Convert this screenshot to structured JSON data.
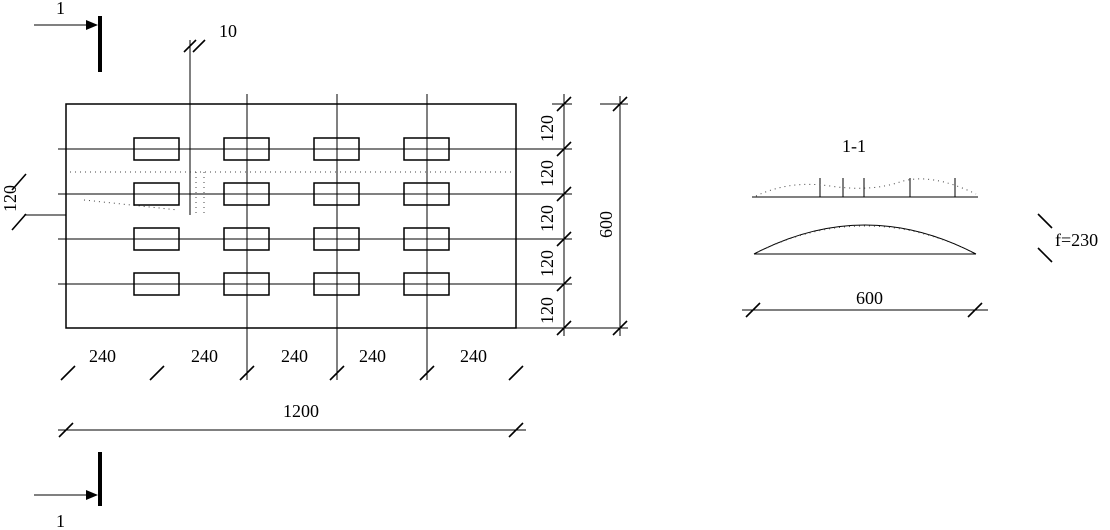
{
  "section_marks": {
    "top": "1",
    "bottom": "1"
  },
  "spacing_label": "10",
  "left_dim": "120",
  "right_dims": [
    "120",
    "120",
    "120",
    "120",
    "120"
  ],
  "height_dim": "600",
  "bottom_dims": [
    "240",
    "240",
    "240",
    "240",
    "240"
  ],
  "total_width_dim": "1200",
  "section_view": {
    "title": "1-1",
    "rise_label": "f=230",
    "span_label": "600"
  }
}
